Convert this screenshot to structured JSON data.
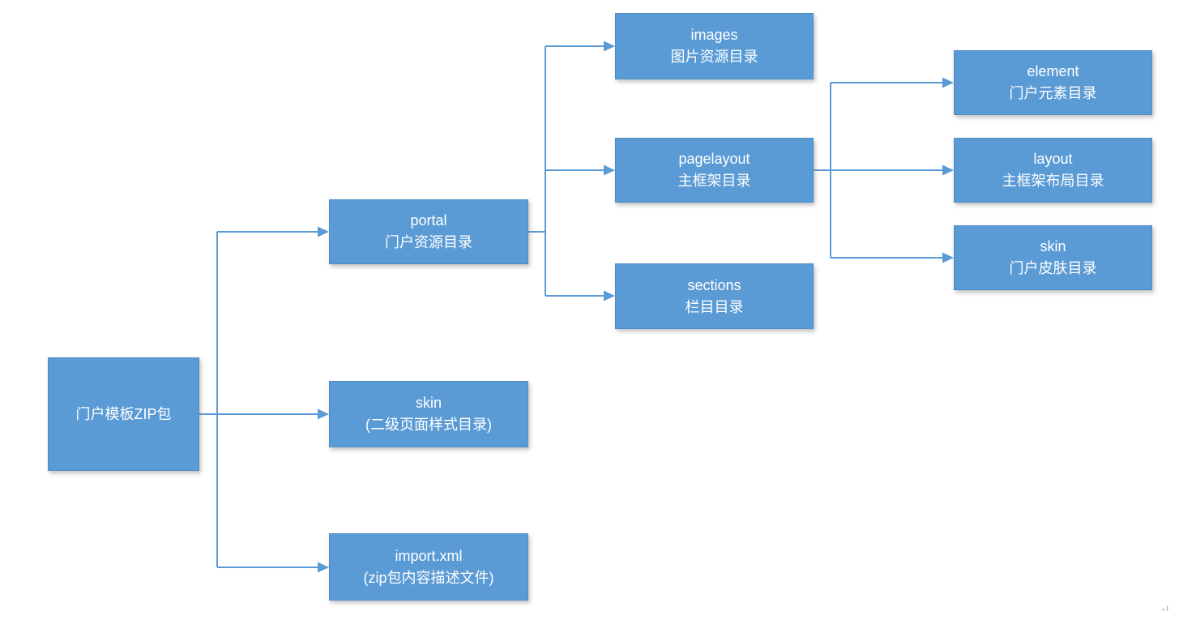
{
  "diagram": {
    "type": "tree",
    "direction": "left-to-right",
    "colors": {
      "node_fill": "#5B9BD5",
      "node_border": "#4E8CC9",
      "connector": "#5B9BD5",
      "text": "#FFFFFF",
      "background": "#FFFFFF"
    },
    "nodes": {
      "root": {
        "title": "门户模板ZIP包",
        "subtitle": ""
      },
      "portal": {
        "title": "portal",
        "subtitle": "门户资源目录"
      },
      "skin_level2": {
        "title": "skin",
        "subtitle": "(二级页面样式目录)"
      },
      "import_xml": {
        "title": "import.xml",
        "subtitle": "(zip包内容描述文件)"
      },
      "images": {
        "title": "images",
        "subtitle": "图片资源目录"
      },
      "pagelayout": {
        "title": "pagelayout",
        "subtitle": "主框架目录"
      },
      "sections": {
        "title": "sections",
        "subtitle": "栏目目录"
      },
      "element": {
        "title": "element",
        "subtitle": "门户元素目录"
      },
      "layout": {
        "title": "layout",
        "subtitle": "主框架布局目录"
      },
      "skin_portal": {
        "title": "skin",
        "subtitle": "门户皮肤目录"
      }
    },
    "edges": [
      {
        "from": "root",
        "to": "portal"
      },
      {
        "from": "root",
        "to": "skin_level2"
      },
      {
        "from": "root",
        "to": "import_xml"
      },
      {
        "from": "portal",
        "to": "images"
      },
      {
        "from": "portal",
        "to": "pagelayout"
      },
      {
        "from": "portal",
        "to": "sections"
      },
      {
        "from": "pagelayout",
        "to": "element"
      },
      {
        "from": "pagelayout",
        "to": "layout"
      },
      {
        "from": "pagelayout",
        "to": "skin_portal"
      }
    ]
  }
}
